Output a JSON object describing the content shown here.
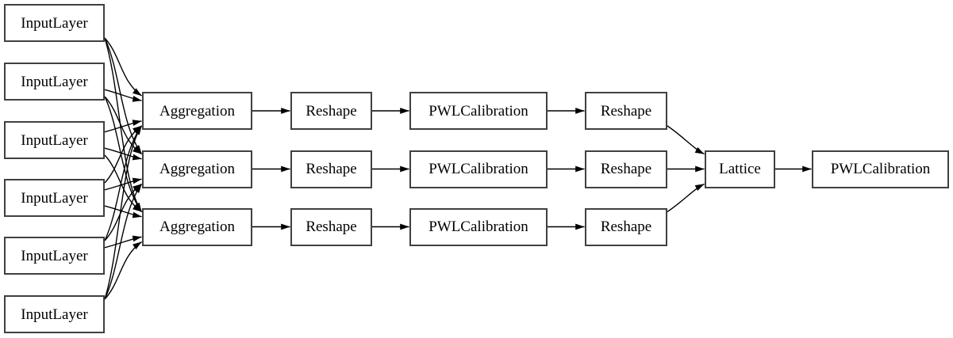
{
  "diagram": {
    "kind": "model-architecture-graph",
    "background_color": "#ffffff",
    "node_fill_color": "#ffffff",
    "node_border_color": "#404040",
    "text_color": "#000000",
    "edge_color": "#000000",
    "nodes": [
      {
        "id": "input1",
        "label": "InputLayer"
      },
      {
        "id": "input2",
        "label": "InputLayer"
      },
      {
        "id": "input3",
        "label": "InputLayer"
      },
      {
        "id": "input4",
        "label": "InputLayer"
      },
      {
        "id": "input5",
        "label": "InputLayer"
      },
      {
        "id": "input6",
        "label": "InputLayer"
      },
      {
        "id": "agg1",
        "label": "Aggregation"
      },
      {
        "id": "agg2",
        "label": "Aggregation"
      },
      {
        "id": "agg3",
        "label": "Aggregation"
      },
      {
        "id": "reshape1a",
        "label": "Reshape"
      },
      {
        "id": "reshape2a",
        "label": "Reshape"
      },
      {
        "id": "reshape3a",
        "label": "Reshape"
      },
      {
        "id": "pwl1",
        "label": "PWLCalibration"
      },
      {
        "id": "pwl2",
        "label": "PWLCalibration"
      },
      {
        "id": "pwl3",
        "label": "PWLCalibration"
      },
      {
        "id": "reshape1b",
        "label": "Reshape"
      },
      {
        "id": "reshape2b",
        "label": "Reshape"
      },
      {
        "id": "reshape3b",
        "label": "Reshape"
      },
      {
        "id": "lattice",
        "label": "Lattice"
      },
      {
        "id": "pwl_out",
        "label": "PWLCalibration"
      }
    ],
    "edges": [
      {
        "from": "input1",
        "to": "agg1"
      },
      {
        "from": "input1",
        "to": "agg2"
      },
      {
        "from": "input1",
        "to": "agg3"
      },
      {
        "from": "input2",
        "to": "agg1"
      },
      {
        "from": "input2",
        "to": "agg2"
      },
      {
        "from": "input2",
        "to": "agg3"
      },
      {
        "from": "input3",
        "to": "agg1"
      },
      {
        "from": "input3",
        "to": "agg2"
      },
      {
        "from": "input3",
        "to": "agg3"
      },
      {
        "from": "input4",
        "to": "agg1"
      },
      {
        "from": "input4",
        "to": "agg2"
      },
      {
        "from": "input4",
        "to": "agg3"
      },
      {
        "from": "input5",
        "to": "agg1"
      },
      {
        "from": "input5",
        "to": "agg2"
      },
      {
        "from": "input5",
        "to": "agg3"
      },
      {
        "from": "input6",
        "to": "agg1"
      },
      {
        "from": "input6",
        "to": "agg2"
      },
      {
        "from": "input6",
        "to": "agg3"
      },
      {
        "from": "agg1",
        "to": "reshape1a"
      },
      {
        "from": "agg2",
        "to": "reshape2a"
      },
      {
        "from": "agg3",
        "to": "reshape3a"
      },
      {
        "from": "reshape1a",
        "to": "pwl1"
      },
      {
        "from": "reshape2a",
        "to": "pwl2"
      },
      {
        "from": "reshape3a",
        "to": "pwl3"
      },
      {
        "from": "pwl1",
        "to": "reshape1b"
      },
      {
        "from": "pwl2",
        "to": "reshape2b"
      },
      {
        "from": "pwl3",
        "to": "reshape3b"
      },
      {
        "from": "reshape1b",
        "to": "lattice"
      },
      {
        "from": "reshape2b",
        "to": "lattice"
      },
      {
        "from": "reshape3b",
        "to": "lattice"
      },
      {
        "from": "lattice",
        "to": "pwl_out"
      }
    ]
  }
}
